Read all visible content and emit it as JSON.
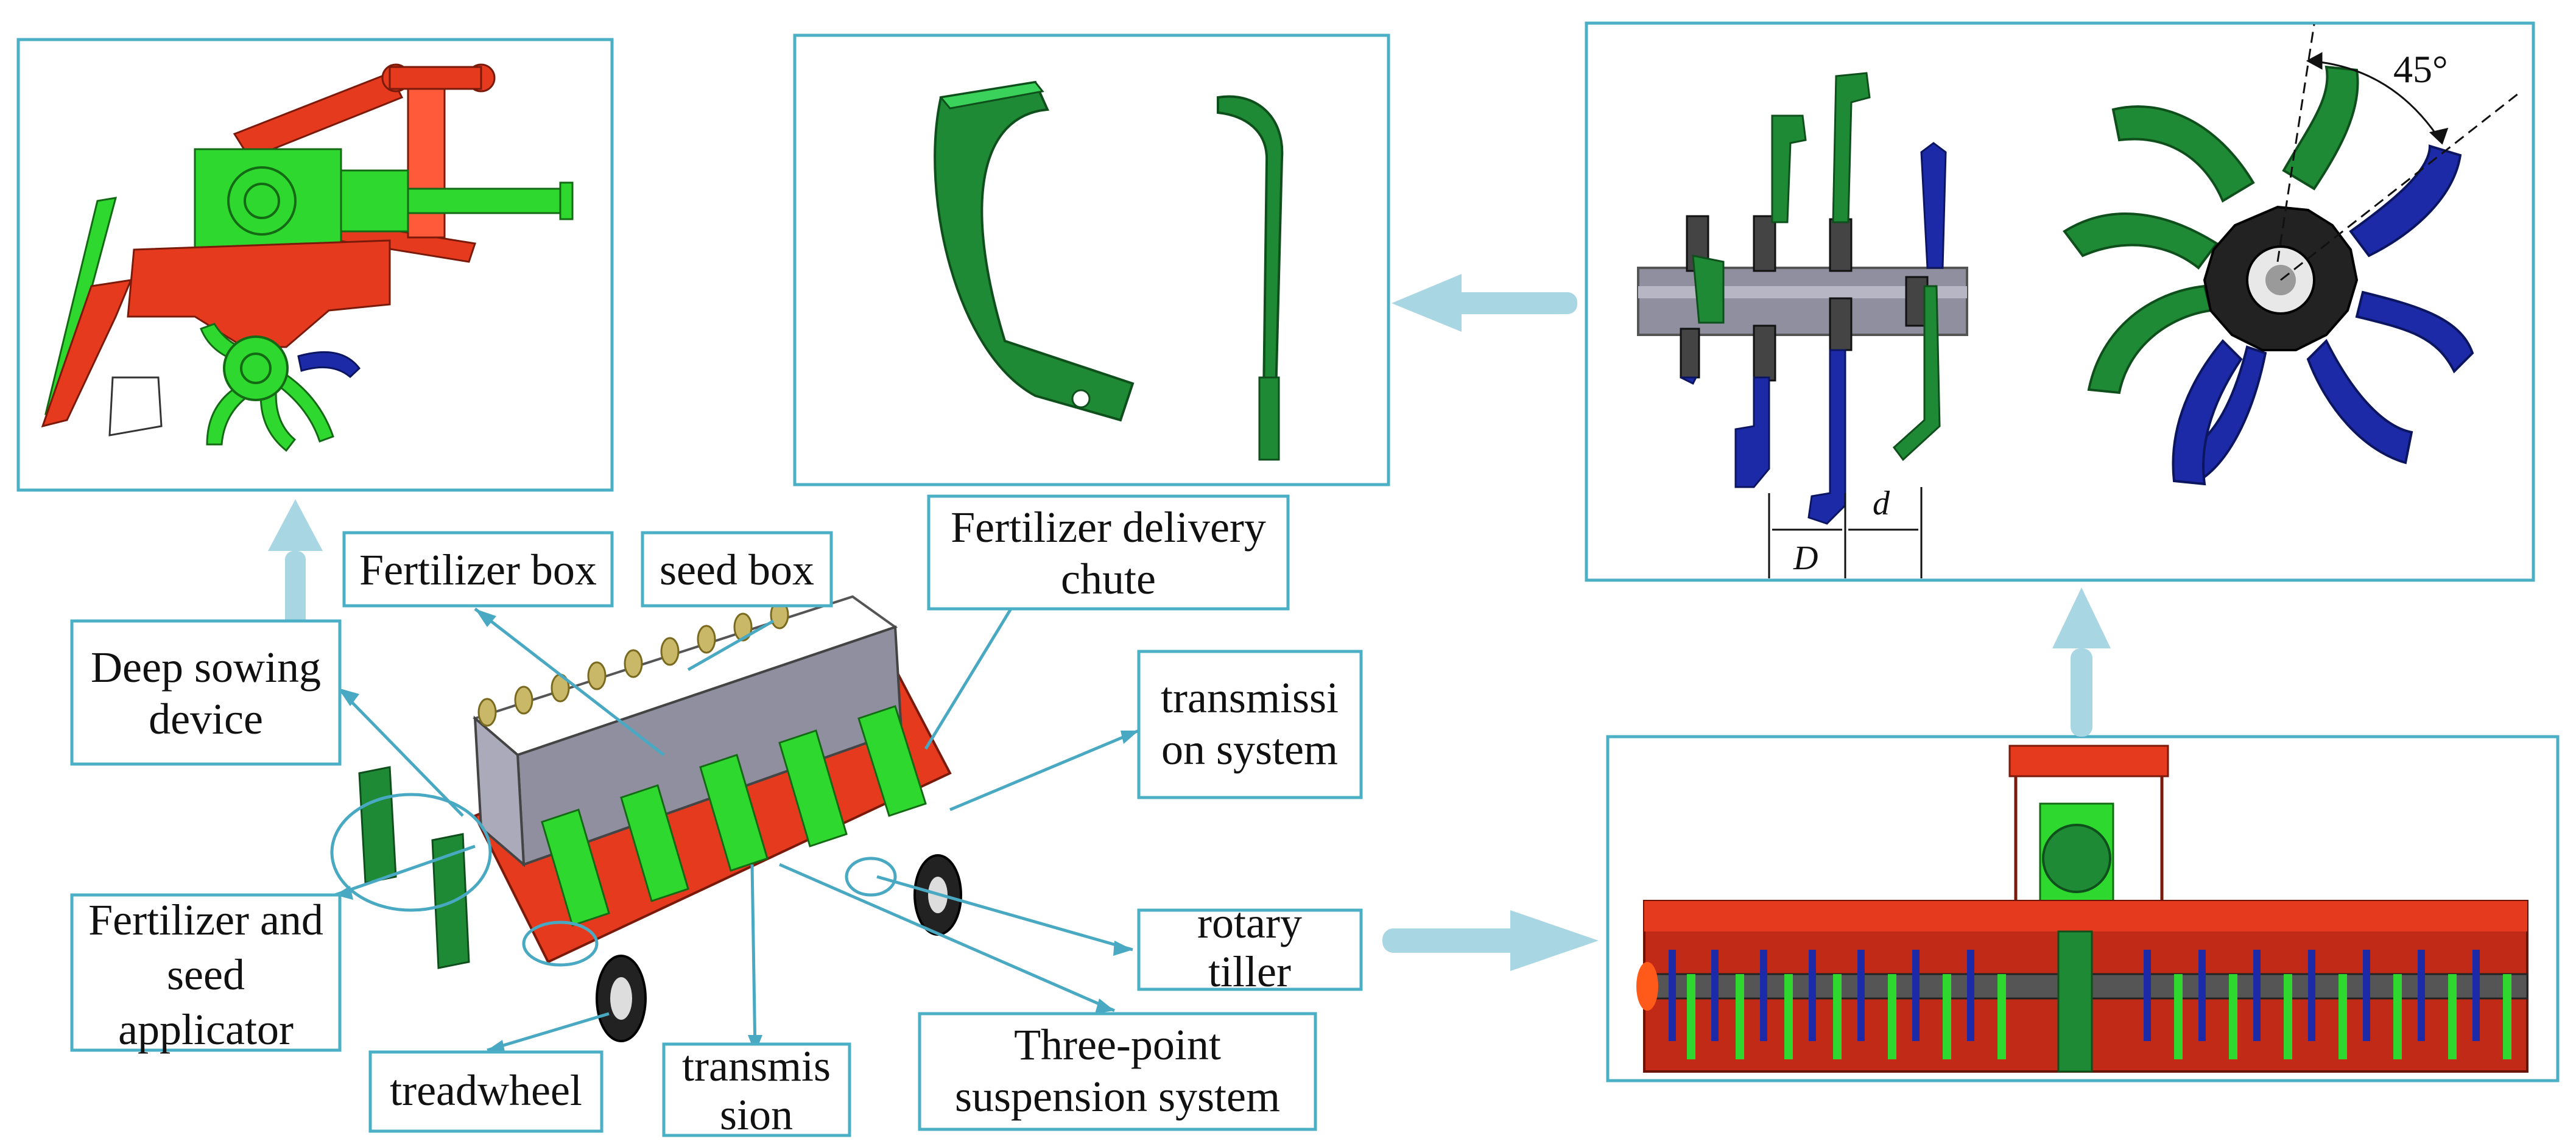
{
  "colors": {
    "frame": "#4bb0c6",
    "arrow": "#a9d6e3",
    "leader": "#4aa9c2",
    "red": "#e53a1e",
    "green": "#2fd82f",
    "dark_green": "#1f8a36",
    "blue": "#1c2aa8",
    "grey": "#8f8f9f",
    "black": "#222222"
  },
  "labels": {
    "fertilizer_box": "Fertilizer box",
    "seed_box": "seed box",
    "fertilizer_chute_1": "Fertilizer delivery",
    "fertilizer_chute_2": "chute",
    "deep_sowing_1": "Deep sowing",
    "deep_sowing_2": "device",
    "transmission_system_1": "transmissi",
    "transmission_system_2": "on system",
    "applicator_1": "Fertilizer and",
    "applicator_2": "seed",
    "applicator_3": "applicator",
    "rotary_tiller_1": "rotary",
    "rotary_tiller_2": "tiller",
    "treadwheel": "treadwheel",
    "transmission_1": "transmis",
    "transmission_2": "sion",
    "three_point_1": "Three-point",
    "three_point_2": "suspension system"
  },
  "annotations": {
    "angle": "45°",
    "spacing_big": "D",
    "spacing_small": "d"
  },
  "icons": [
    "up-arrow-icon",
    "left-arrow-icon",
    "right-arrow-icon"
  ]
}
